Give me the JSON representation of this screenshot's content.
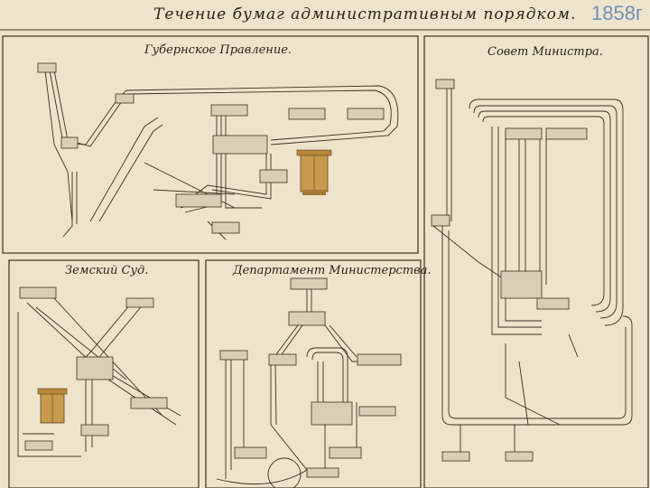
{
  "year_stamp": "1858г",
  "title": "Течение бумаг административным порядком.",
  "panels": {
    "provincial": {
      "title": "Губернское Правление."
    },
    "council": {
      "title": "Совет Министра."
    },
    "zemsky": {
      "title": "Земский Суд."
    },
    "department": {
      "title": "Департамент Министерства."
    }
  },
  "colors": {
    "ink": "#3a3020",
    "paper": "#eee4cc",
    "box": "#d9cfb6",
    "accent": "#b8873a",
    "blue": "#6f8fb8"
  }
}
